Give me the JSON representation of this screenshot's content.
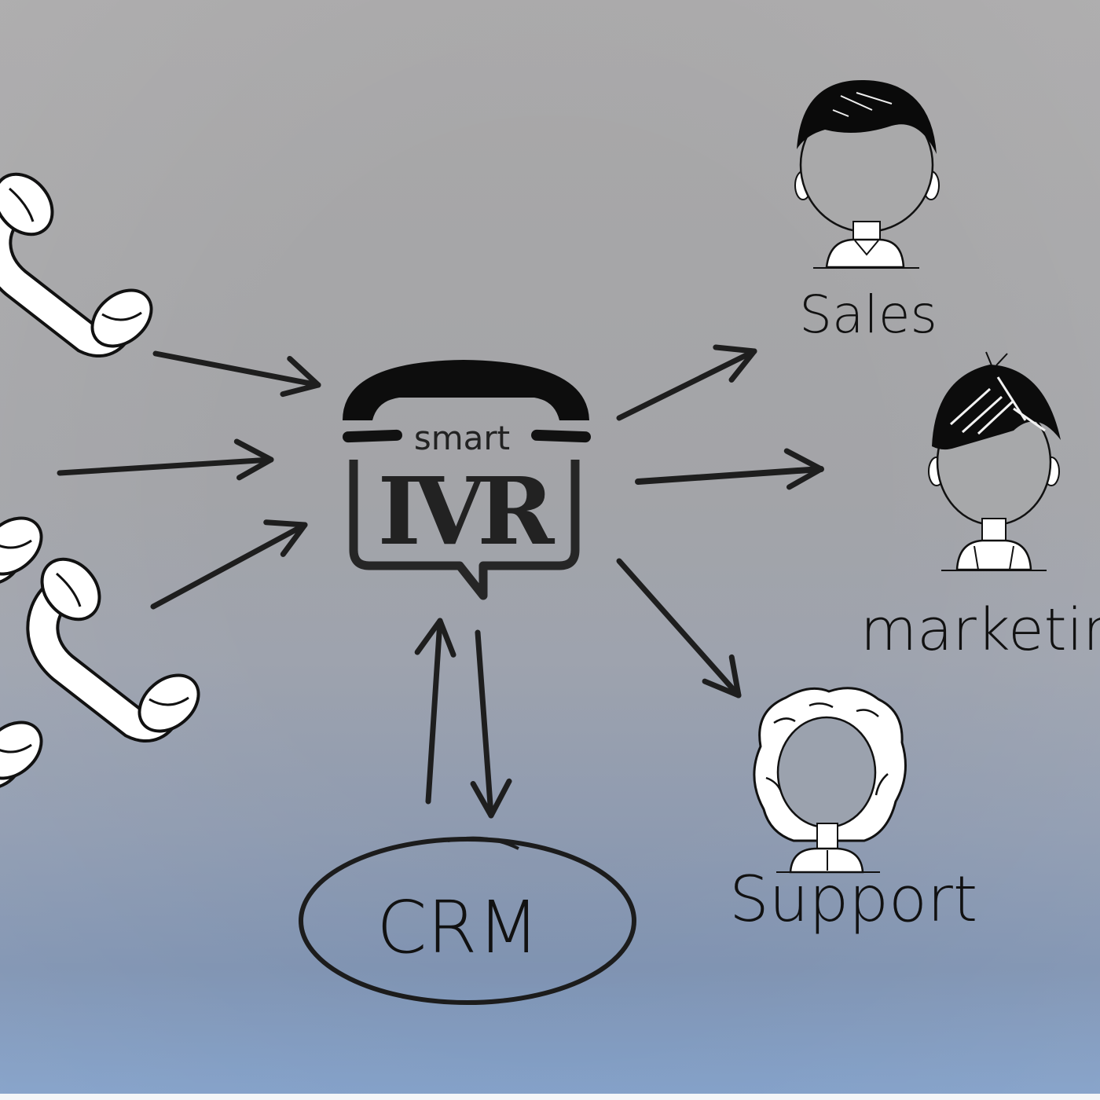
{
  "diagram": {
    "title": "Smart IVR call routing",
    "hub": {
      "logo_small": "smart",
      "logo_large": "IVR"
    },
    "sources": [
      {
        "id": "caller-1",
        "icon": "phone-handset-icon"
      },
      {
        "id": "caller-2",
        "icon": "phone-handset-icon"
      },
      {
        "id": "caller-3",
        "icon": "phone-handset-icon"
      },
      {
        "id": "caller-4",
        "icon": "phone-handset-icon"
      },
      {
        "id": "caller-5",
        "icon": "phone-handset-icon"
      }
    ],
    "destinations": [
      {
        "label": "Sales",
        "icon": "person-short-hair-icon"
      },
      {
        "label": "marketing",
        "icon": "person-messy-hair-icon"
      },
      {
        "label": "Support",
        "icon": "person-curly-hair-icon"
      }
    ],
    "integration": {
      "label": "CRM",
      "direction": "bidirectional"
    },
    "edges": [
      {
        "from": "callers",
        "to": "smart IVR"
      },
      {
        "from": "callers",
        "to": "smart IVR"
      },
      {
        "from": "callers",
        "to": "smart IVR"
      },
      {
        "from": "smart IVR",
        "to": "Sales"
      },
      {
        "from": "smart IVR",
        "to": "marketing"
      },
      {
        "from": "smart IVR",
        "to": "Support"
      },
      {
        "from": "CRM",
        "to": "smart IVR"
      },
      {
        "from": "smart IVR",
        "to": "CRM"
      }
    ]
  }
}
